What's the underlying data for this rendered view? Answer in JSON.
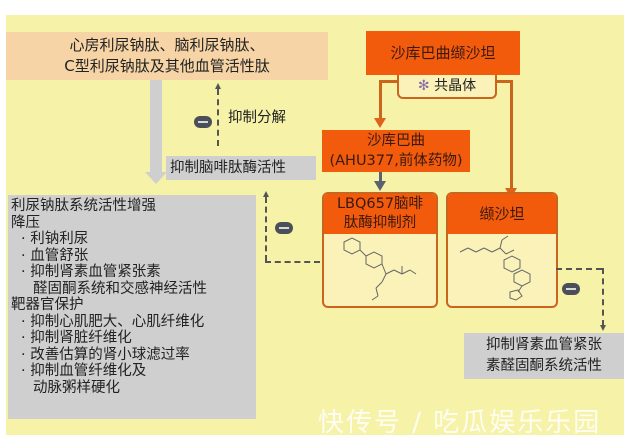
{
  "top_left_box": {
    "line1": "心房利尿钠肽、脑利尿钠肽、",
    "line2": "C型利尿钠肽及其他血管活性肽"
  },
  "inhibit_breakdown_label": "抑制分解",
  "neprilysin_inhibition_label": "抑制脑啡肽酶活性",
  "drug_box": {
    "title": "沙库巴曲缬沙坦",
    "cocrystal_label": "共晶体"
  },
  "sacubitril_box": {
    "line1": "沙库巴曲",
    "line2": "(AHU377,前体药物)"
  },
  "lbq_box": {
    "line1": "LBQ657脑啡",
    "line2": "肽酶抑制剂"
  },
  "valsartan_box": {
    "title": "缬沙坦"
  },
  "raas_box": {
    "line1": "抑制肾素血管紧张",
    "line2": "素醛固酮系统活性"
  },
  "effects_box": {
    "items": [
      {
        "text": "利尿钠肽系统活性增强",
        "level": 0
      },
      {
        "text": "降压",
        "level": 0
      },
      {
        "text": "· 利钠利尿",
        "level": 1
      },
      {
        "text": "· 血管舒张",
        "level": 1
      },
      {
        "text": "· 抑制肾素血管紧张素",
        "level": 1
      },
      {
        "text": "醛固酮系统和交感神经活性",
        "level": 2
      },
      {
        "text": "靶器官保护",
        "level": 0
      },
      {
        "text": "· 抑制心肌肥大、心肌纤维化",
        "level": 1
      },
      {
        "text": "· 抑制肾脏纤维化",
        "level": 1
      },
      {
        "text": "· 改善估算的肾小球滤过率",
        "level": 1
      },
      {
        "text": "· 抑制血管纤维化及",
        "level": 1
      },
      {
        "text": "动脉粥样硬化",
        "level": 2
      }
    ]
  },
  "watermark": "快传号 / 吃瓜娱乐乐园",
  "colors": {
    "background": "#f6f2a8",
    "orange": "#f25a0c",
    "peach": "#f6d4a6",
    "gray": "#cfcfcf",
    "connector": "#c9651c",
    "inhibit_badge": "#4a4f58"
  }
}
